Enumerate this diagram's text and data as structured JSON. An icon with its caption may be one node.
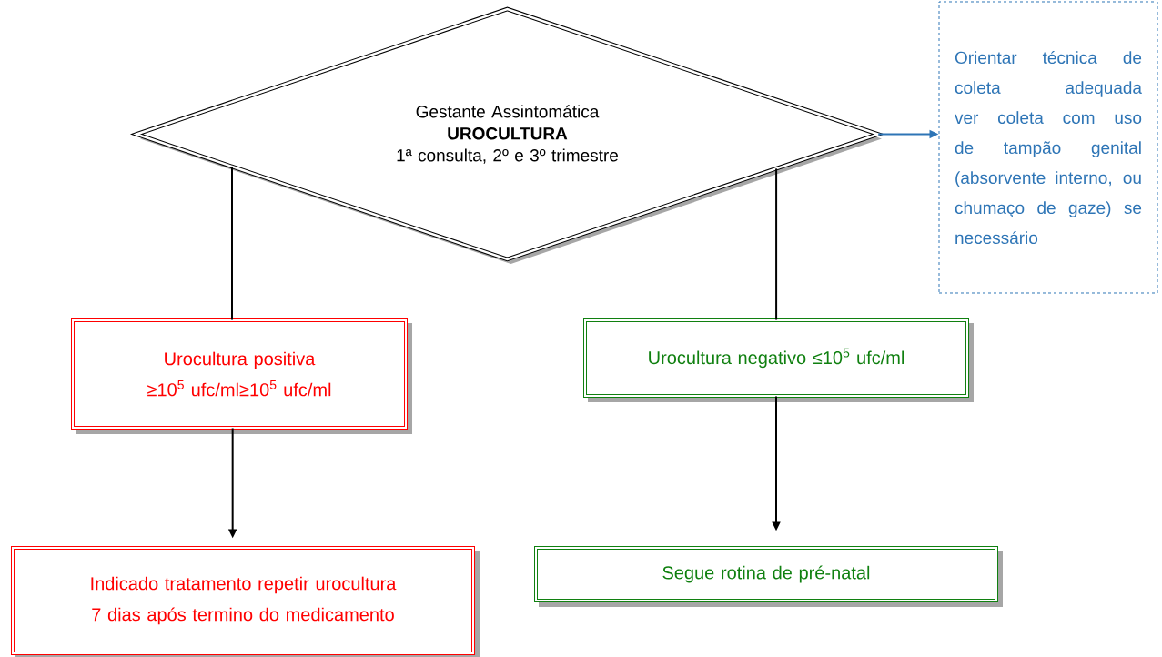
{
  "diagram": {
    "nodes": [
      {
        "text": [
          "Gestante Assintomática",
          "UROCULTURA",
          "1ª consulta, 2º e 3º trimestre"
        ]
      },
      {
        "text": [
          "Orientar técnica de coleta adequada ver coleta com uso de tampão genital (absorvente interno, ou chumaço de gaze) se necessário"
        ]
      },
      {
        "text": [
          "Urocultura positiva",
          "≥10$^{5}$ ufc/ml≥10$^{5}$ ufc/ml"
        ]
      },
      {
        "text": [
          "Urocultura negativo ≤10$^{5}$ ufc/ml"
        ]
      },
      {
        "text": [
          "Indicado tratamento repetir urocultura 7 dias após termino do medicamento"
        ]
      },
      {
        "text": [
          "Segue rotina de pré-natal"
        ]
      }
    ],
    "edges": [
      {
        "from": 0,
        "to": 1,
        "arrow": "to",
        "color": "#2e75b6"
      },
      {
        "from": 0,
        "to": 2,
        "arrow": "none"
      },
      {
        "from": 0,
        "to": 3,
        "arrow": "none"
      },
      {
        "from": 2,
        "to": 4,
        "arrow": "to"
      },
      {
        "from": 3,
        "to": 5,
        "arrow": "to"
      }
    ]
  }
}
